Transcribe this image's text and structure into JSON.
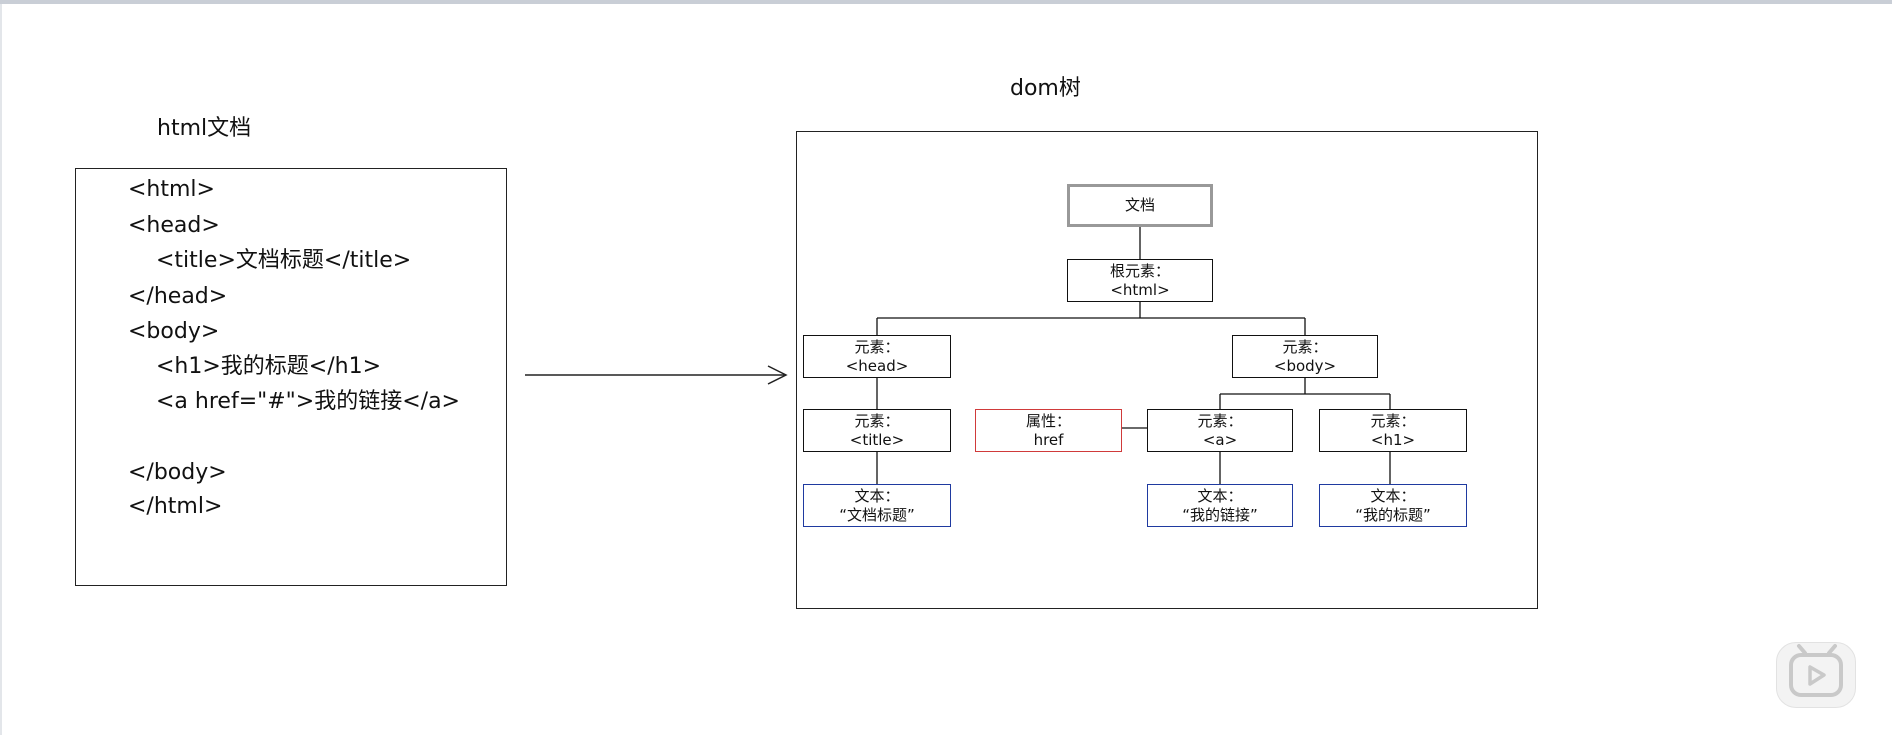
{
  "headings": {
    "html_doc": "html文档",
    "dom_tree": "dom树"
  },
  "code_lines": [
    "<html>",
    "<head>",
    "<title>文档标题</title>",
    "</head>",
    "<body>",
    "<h1>我的标题</h1>",
    "<a href=\"#\">我的链接</a>",
    "</body>",
    "</html>"
  ],
  "tree": {
    "document": {
      "text": "文档"
    },
    "root": {
      "line1": "根元素：",
      "line2": "<html>"
    },
    "head": {
      "line1": "元素：",
      "line2": "<head>"
    },
    "body": {
      "line1": "元素：",
      "line2": "<body>"
    },
    "title": {
      "line1": "元素：",
      "line2": "<title>"
    },
    "attr_href": {
      "line1": "属性：",
      "line2": "href"
    },
    "a": {
      "line1": "元素：",
      "line2": "<a>"
    },
    "h1": {
      "line1": "元素：",
      "line2": "<h1>"
    },
    "text_title": {
      "line1": "文本：",
      "line2": "“文档标题”"
    },
    "text_a": {
      "line1": "文本：",
      "line2": "“我的链接”"
    },
    "text_h1": {
      "line1": "文本：",
      "line2": "“我的标题”"
    }
  },
  "colors": {
    "node_border": "#111111",
    "document_border": "#999999",
    "attribute_border": "#d03a3a",
    "text_node_border": "#1f3aa0"
  },
  "icons": {
    "player": "play-icon"
  }
}
